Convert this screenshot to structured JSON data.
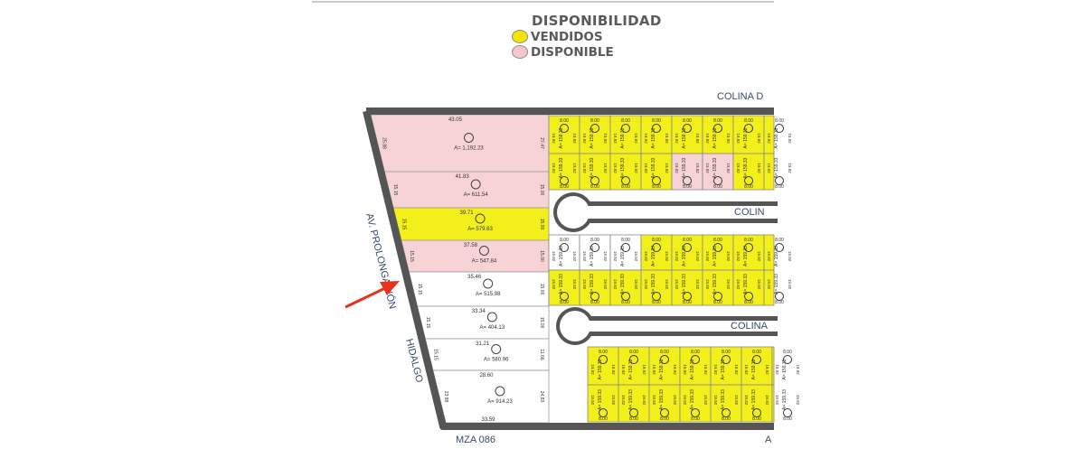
{
  "legend": {
    "title": "DISPONIBILIDAD",
    "items": [
      {
        "label": "VENDIDOS",
        "color": "#f2e600"
      },
      {
        "label": "DISPONIBLE",
        "color": "#f6c6cb"
      }
    ]
  },
  "colors": {
    "sold": "#f2ef1a",
    "available": "#f7d3d5",
    "unmarked": "#ffffff",
    "boundary": "#555555",
    "arrow": "#e8321e"
  },
  "streets": {
    "top": "COLINA D",
    "street_1": "COLIN",
    "street_2": "COLINA",
    "bottom_right": "A",
    "left_1": "AV. PROLONGACIÓN",
    "left_2": "HIDALGO",
    "block": "MZA 086"
  },
  "large_lots": [
    {
      "area": "A= 1,192.23",
      "top": "43.05",
      "left": "25.88",
      "right": "27.47",
      "status": "available"
    },
    {
      "area": "A= 611.54",
      "top": "41.83",
      "left": "15.15",
      "right": "15.00",
      "status": "available"
    },
    {
      "area": "A= 579.63",
      "top": "39.71",
      "left": "15.15",
      "right": "15.00",
      "status": "sold"
    },
    {
      "area": "A= 547.84",
      "top": "37.58",
      "left": "15.15",
      "right": "15.00",
      "status": "available"
    },
    {
      "area": "A= 515.98",
      "top": "35.46",
      "left": "15.15",
      "right": "15.00",
      "status": "unmarked"
    },
    {
      "area": "A= 404.13",
      "top": "33.34",
      "left": "15.15",
      "right": "15.00",
      "status": "unmarked"
    },
    {
      "area": "A= 580.96",
      "top": "31.21",
      "left": "15.15",
      "right": "11.66",
      "status": "unmarked"
    },
    {
      "area": "A= 914.23",
      "top": "28.60",
      "left": "23.88",
      "right": "24.83",
      "status": "unmarked"
    }
  ],
  "large_lots_bottom": "33.59",
  "small_lots": {
    "front": "8.00",
    "side": "19.92",
    "area": "A= 159.33",
    "blocks": [
      {
        "rows": [
          [
            "sold",
            "sold",
            "sold",
            "sold",
            "sold",
            "sold",
            "sold",
            "sold"
          ],
          [
            "sold",
            "sold",
            "sold",
            "sold",
            "available",
            "available",
            "sold",
            "sold"
          ]
        ]
      },
      {
        "rows": [
          [
            "unmarked",
            "unmarked",
            "unmarked",
            "sold",
            "sold",
            "sold",
            "sold",
            "sold"
          ],
          [
            "sold",
            "sold",
            "sold",
            "sold",
            "sold",
            "sold",
            "sold",
            "sold"
          ]
        ]
      },
      {
        "rows": [
          [
            "sold",
            "sold",
            "sold",
            "sold",
            "sold",
            "sold",
            "sold"
          ],
          [
            "sold",
            "sold",
            "sold",
            "sold",
            "sold",
            "sold",
            "sold"
          ]
        ]
      }
    ]
  }
}
